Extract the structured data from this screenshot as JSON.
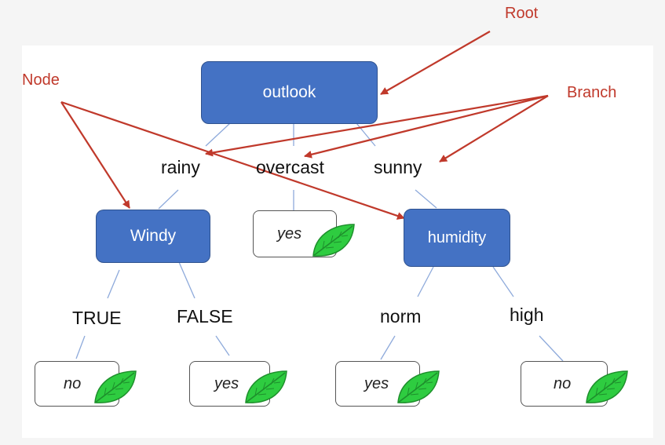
{
  "colors": {
    "node_fill": "#4472c4",
    "node_border": "#2f528f",
    "connector": "#8eaadb",
    "annotation": "#c0392b",
    "leaf_icon": "#2ecc40"
  },
  "annotations": {
    "root": "Root",
    "node": "Node",
    "branch": "Branch"
  },
  "tree": {
    "root": "outlook",
    "branches": [
      "rainy",
      "overcast",
      "sunny"
    ],
    "windy": {
      "label": "Windy",
      "branches": [
        "TRUE",
        "FALSE"
      ],
      "leaves": [
        "no",
        "yes"
      ]
    },
    "overcast_leaf": "yes",
    "humidity": {
      "label": "humidity",
      "branches": [
        "norm",
        "high"
      ],
      "leaves": [
        "yes",
        "no"
      ]
    }
  },
  "leaf_icon": "leaf-icon"
}
